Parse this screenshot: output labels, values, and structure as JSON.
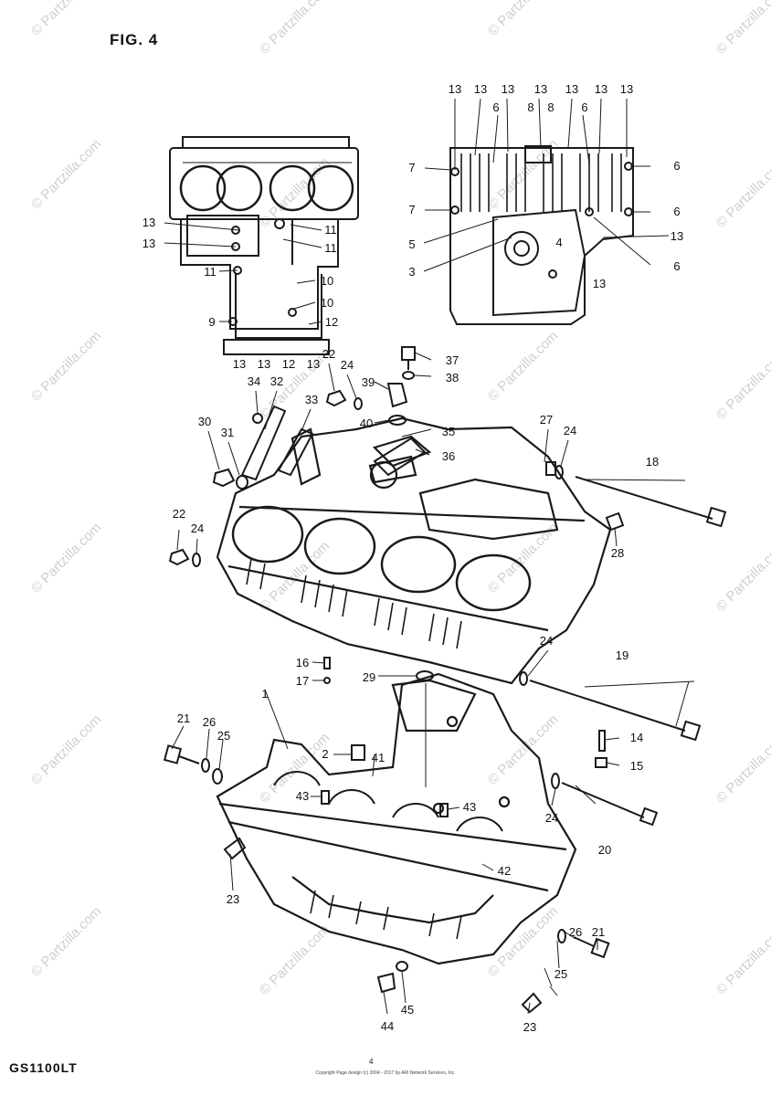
{
  "header": {
    "figure_title": "FIG. 4"
  },
  "footer": {
    "model_code": "GS1100LT",
    "page_number": "4",
    "copyright_note": "Copyright Page design (c) 2004 - 2017 by ARI Network Services, Inc."
  },
  "watermark": {
    "text": "© Partzilla.com"
  },
  "callouts": [
    "1",
    "2",
    "3",
    "4",
    "5",
    "6",
    "7",
    "8",
    "9",
    "10",
    "11",
    "12",
    "13",
    "14",
    "15",
    "16",
    "17",
    "18",
    "19",
    "20",
    "21",
    "22",
    "23",
    "24",
    "25",
    "26",
    "27",
    "28",
    "29",
    "30",
    "31",
    "32",
    "33",
    "34",
    "35",
    "36",
    "37",
    "38",
    "39",
    "40",
    "41",
    "42",
    "43",
    "44",
    "45"
  ],
  "colors": {
    "line": "#1a1a1a",
    "watermark": "#cfcfcf",
    "background": "#ffffff"
  }
}
